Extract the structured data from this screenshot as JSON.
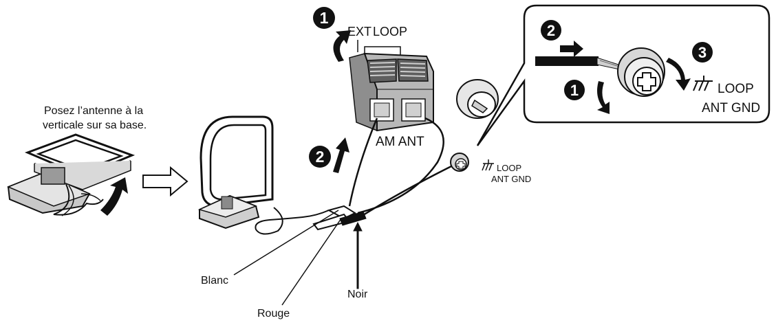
{
  "instruction": {
    "line1": "Posez l’antenne à la",
    "line2": "verticale sur sa base."
  },
  "terminal_labels": {
    "ext": "EXT",
    "loop": "LOOP",
    "am_ant": "AM ANT"
  },
  "ground_labels": {
    "loop": "LOOP",
    "ant_gnd": "ANT GND"
  },
  "inset_labels": {
    "loop": "LOOP",
    "ant_gnd": "ANT GND"
  },
  "wire_labels": {
    "white": "Blanc",
    "red": "Rouge",
    "black": "Noir"
  },
  "steps": {
    "one": "1",
    "two": "2",
    "three": "3"
  },
  "colors": {
    "ink": "#111111",
    "panel_gray": "#b5b5b5",
    "dark_gray": "#6f6f6f",
    "light_gray": "#e2e2e2"
  }
}
